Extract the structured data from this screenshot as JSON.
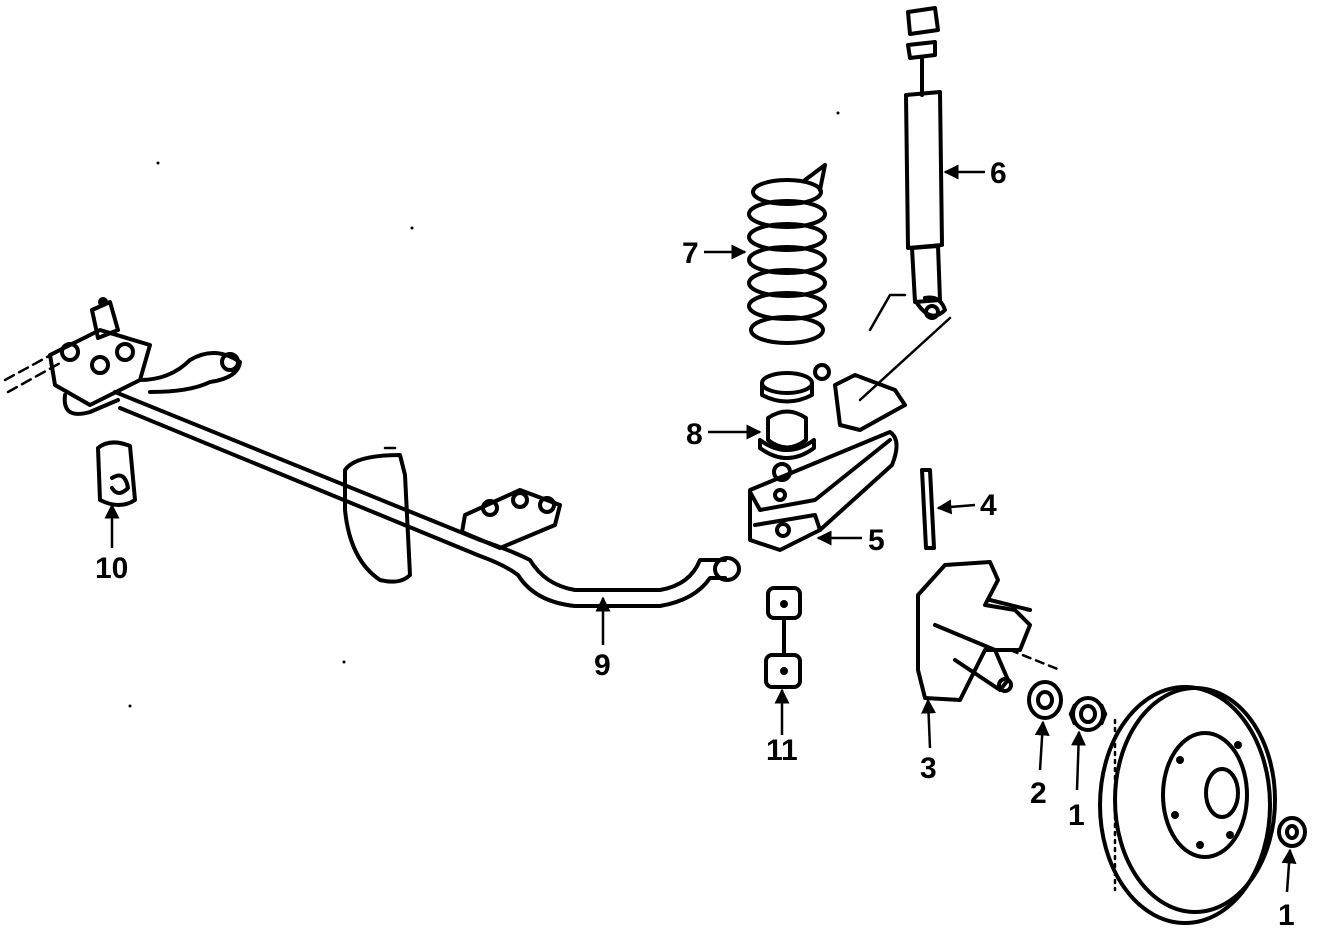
{
  "diagram": {
    "callouts": [
      {
        "id": "c1a",
        "label": "1"
      },
      {
        "id": "c1b",
        "label": "1"
      },
      {
        "id": "c2",
        "label": "2"
      },
      {
        "id": "c3",
        "label": "3"
      },
      {
        "id": "c4",
        "label": "4"
      },
      {
        "id": "c5",
        "label": "5"
      },
      {
        "id": "c6",
        "label": "6"
      },
      {
        "id": "c7",
        "label": "7"
      },
      {
        "id": "c8",
        "label": "8"
      },
      {
        "id": "c9",
        "label": "9"
      },
      {
        "id": "c10",
        "label": "10"
      },
      {
        "id": "c11",
        "label": "11"
      }
    ]
  }
}
